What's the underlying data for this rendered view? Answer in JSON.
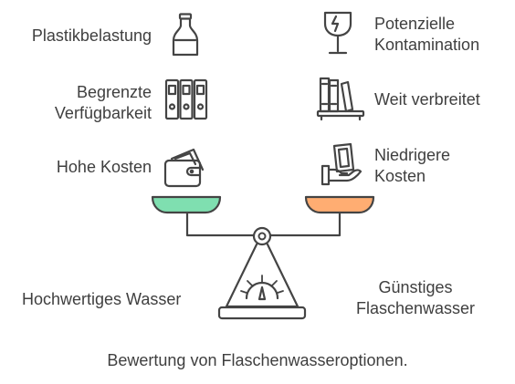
{
  "left_side": {
    "items": [
      {
        "label": "Plastikbelastung",
        "icon": "bottle-icon"
      },
      {
        "label_lines": [
          "Begrenzte",
          "Verfügbarkeit"
        ],
        "icon": "binders-icon"
      },
      {
        "label": "Hohe Kosten",
        "icon": "wallet-icon"
      }
    ],
    "pan_color": "#7fdfb0",
    "base_label": "Hochwertiges Wasser"
  },
  "right_side": {
    "items": [
      {
        "label_lines": [
          "Potenzielle",
          "Kontamination"
        ],
        "icon": "broken-glass-icon"
      },
      {
        "label": "Weit verbreitet",
        "icon": "bookshelf-icon"
      },
      {
        "label_lines": [
          "Niedrigere",
          "Kosten"
        ],
        "icon": "hand-cash-icon"
      }
    ],
    "pan_color": "#ffad72",
    "base_label_lines": [
      "Günstiges",
      "Flaschenwasser"
    ]
  },
  "caption": "Bewertung von Flaschenwasseroptionen."
}
